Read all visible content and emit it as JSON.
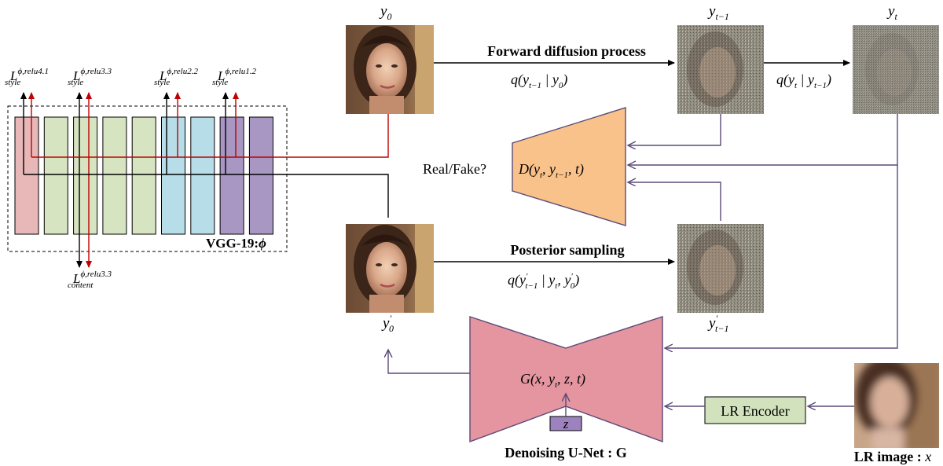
{
  "labels": {
    "forward_diffusion": "Forward diffusion process",
    "posterior_sampling": "Posterior sampling",
    "real_fake": "Real/Fake?",
    "vgg": "VGG-19:",
    "vgg_phi": "ϕ",
    "lr_encoder": "LR Encoder",
    "denoising_unet": "Denoising U-Net : G",
    "lr_image": "LR image : ",
    "lr_image_var": "x",
    "z_box": "z"
  },
  "math": {
    "y0": {
      "base": "y",
      "sub": "0"
    },
    "yt1": {
      "base": "y",
      "sub": "t−1"
    },
    "yt": {
      "base": "y",
      "sub": "t"
    },
    "y0_prime": {
      "base": "y",
      "sup": "'",
      "sub": "0"
    },
    "yt1_prime": {
      "base": "y",
      "sup": "'",
      "sub": "t−1"
    },
    "q_forward_1": "q(y",
    "q_forward_1_sub": "t−1",
    "q_forward_1_mid": " | y",
    "q_forward_1_sub2": "0",
    "q_forward_1_end": ")",
    "q_forward_2": "q(y",
    "q_forward_2_sub": "t",
    "q_forward_2_mid": " | y",
    "q_forward_2_sub2": "t−1",
    "q_forward_2_end": ")",
    "q_post": "q(y",
    "q_post_sup": "'",
    "q_post_sub": "t−1",
    "q_post_mid": " | y",
    "q_post_sub2": "t",
    "q_post_mid2": ", y",
    "q_post_sup3": "'",
    "q_post_sub3": "0",
    "q_post_end": ")",
    "disc": "D(y",
    "disc_sub1": "t",
    "disc_mid": ", y",
    "disc_sub2": "t−1",
    "disc_end": ", t)",
    "gen": "G(x, y",
    "gen_sub": "t",
    "gen_end": ", z, t)"
  },
  "losses": [
    {
      "base": "L",
      "sup": "ϕ,relu4.1",
      "sub": "style"
    },
    {
      "base": "L",
      "sup": "ϕ,relu3.3",
      "sub": "style"
    },
    {
      "base": "L",
      "sup": "ϕ,relu2.2",
      "sub": "style"
    },
    {
      "base": "L",
      "sup": "ϕ,relu1.2",
      "sub": "style"
    },
    {
      "base": "L",
      "sup": "ϕ,relu3.3",
      "sub": "content"
    }
  ],
  "colors": {
    "arrow_black": "#000000",
    "arrow_red": "#c00000",
    "arrow_purple": "#5b4a78",
    "disc_fill": "#f8c28a",
    "gen_fill": "#e495a0",
    "encoder_fill": "#d2e2bd",
    "z_fill": "#9c83bf",
    "layer_pink": "#e8b8b8",
    "layer_green": "#d6e4c2",
    "layer_blue": "#b6dde8",
    "layer_purple": "#a897c3"
  },
  "vgg_layers": [
    "pink",
    "green",
    "green",
    "green",
    "green",
    "blue",
    "blue",
    "purple",
    "purple"
  ]
}
